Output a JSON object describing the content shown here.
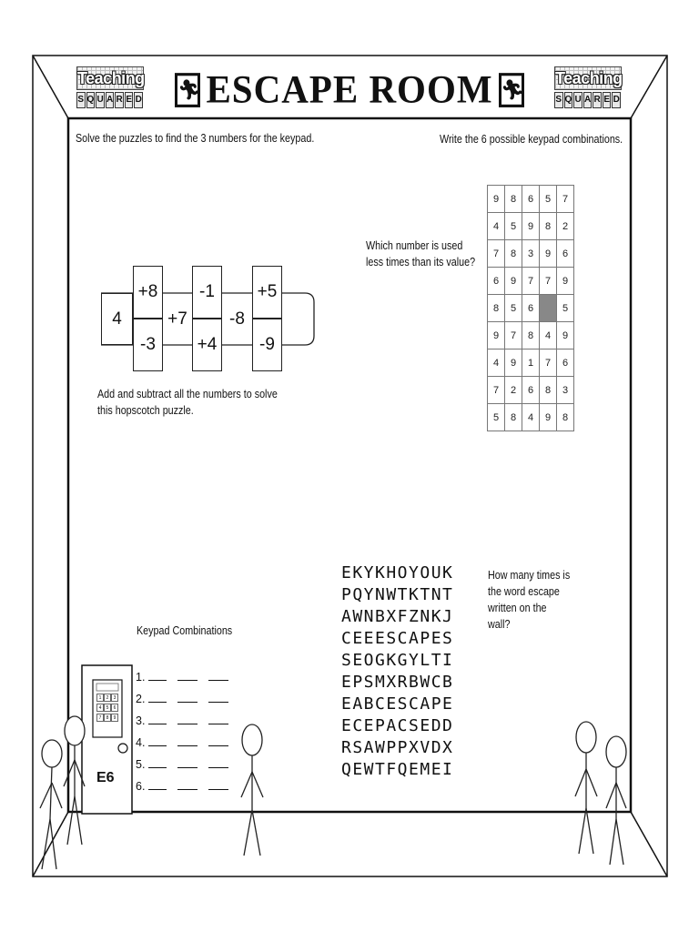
{
  "header": {
    "title": "ESCAPE ROOM",
    "logo_top": "Teaching",
    "logo_bottom": [
      "S",
      "Q",
      "U",
      "A",
      "R",
      "E",
      "D"
    ]
  },
  "instructions": {
    "left": "Solve the puzzles to find the 3 numbers for the keypad.",
    "right": "Write the 6 possible keypad combinations."
  },
  "hopscotch": {
    "start": "4",
    "top": [
      "+8",
      "-1",
      "+5"
    ],
    "bottom": [
      "-3",
      "+4",
      "-9"
    ],
    "middle": [
      "+7",
      "-8"
    ],
    "caption_line1": "Add and subtract all the numbers to solve",
    "caption_line2": "this hopscotch puzzle."
  },
  "number_grid": {
    "question_line1": "Which number is used",
    "question_line2": "less times than its value?",
    "rows": [
      [
        "9",
        "8",
        "6",
        "5",
        "7"
      ],
      [
        "4",
        "5",
        "9",
        "8",
        "2"
      ],
      [
        "7",
        "8",
        "3",
        "9",
        "6"
      ],
      [
        "6",
        "9",
        "7",
        "7",
        "9"
      ],
      [
        "8",
        "5",
        "6",
        "",
        "5"
      ],
      [
        "9",
        "7",
        "8",
        "4",
        "9"
      ],
      [
        "4",
        "9",
        "1",
        "7",
        "6"
      ],
      [
        "7",
        "2",
        "6",
        "8",
        "3"
      ],
      [
        "5",
        "8",
        "4",
        "9",
        "8"
      ]
    ],
    "shaded_cell": [
      4,
      3
    ]
  },
  "word_search": {
    "rows": [
      "EKYKHOYOUK",
      "PQYNWTKTNT",
      "AWNBXFZNKJ",
      "CEEESCAPES",
      "SEOGKGYLTI",
      "EPSMXRBWCB",
      "EABCESCAPE",
      "ECEPACSEDD",
      "RSAWPPXVDX",
      "QEWTFQEMEI"
    ],
    "question_line1": "How many times is",
    "question_line2": "the word escape",
    "question_line3": "written on the",
    "question_line4": "wall?"
  },
  "keypad_combinations": {
    "heading": "Keypad Combinations",
    "items": [
      "1.",
      "2.",
      "3.",
      "4.",
      "5.",
      "6."
    ]
  },
  "door": {
    "label": "E6",
    "keypad": [
      "1",
      "2",
      "3",
      "4",
      "5",
      "6",
      "7",
      "8",
      "9"
    ]
  }
}
